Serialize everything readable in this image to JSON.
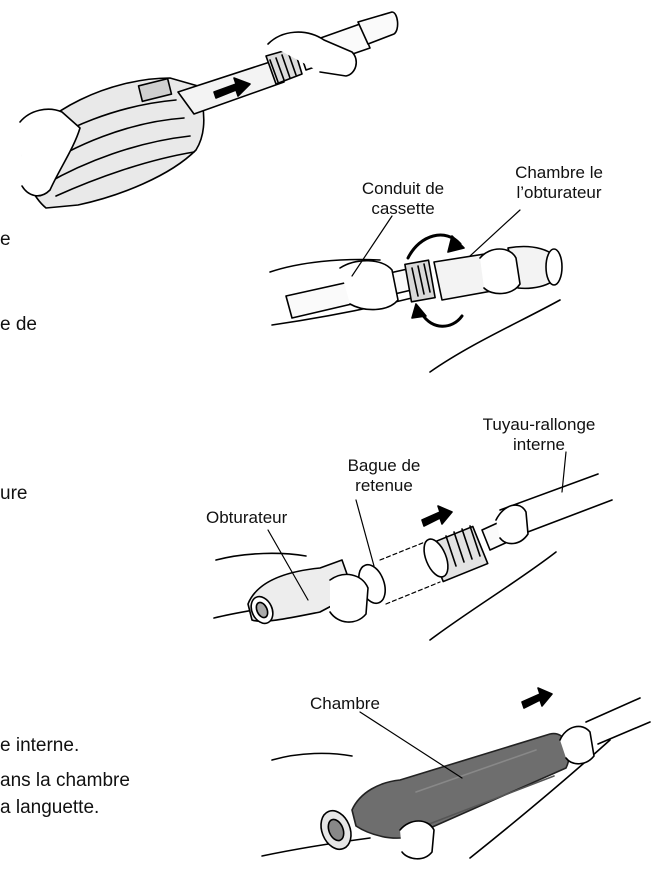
{
  "body_fragments": {
    "f1": "e",
    "f2": "e de",
    "f3": "ure",
    "f4": "e interne.",
    "f5": "ans la chambre",
    "f6": "a languette."
  },
  "figure2": {
    "label_conduit": [
      "Conduit de",
      "cassette"
    ],
    "label_chambre": [
      "Chambre le",
      "l’obturateur"
    ]
  },
  "figure3": {
    "label_tuyau": [
      "Tuyau-rallonge",
      "interne"
    ],
    "label_bague": [
      "Bague de",
      "retenue"
    ],
    "label_obturateur": "Obturateur"
  },
  "figure4": {
    "label_chambre": "Chambre"
  }
}
